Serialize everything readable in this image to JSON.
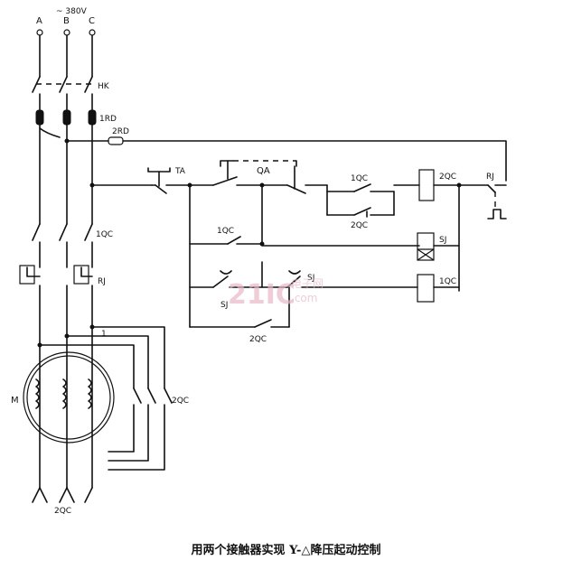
{
  "caption": "用两个接触器实现 Y-△降压起动控制",
  "labels": {
    "phase_a": "A",
    "phase_b": "B",
    "phase_c": "C",
    "supply": "~ 380V",
    "hk": "HK",
    "rd1": "1RD",
    "rd2": "2RD",
    "ta": "TA",
    "qa": "QA",
    "qc1_main": "1QC",
    "rj_main": "RJ",
    "motor": "M",
    "qc2_main": "2QC",
    "qc2_bottom": "2QC",
    "node_1": "1",
    "qc1_ctrl_top": "1QC",
    "qc2_ctrl_top": "2QC",
    "qc2_coil": "2QC",
    "rj_ctrl": "RJ",
    "qc1_hold": "1QC",
    "sj_coil": "SJ",
    "sj_contact": "SJ",
    "sj_left": "SJ",
    "qc1_coil": "1QC",
    "qc2_ctrl_bottom": "2QC"
  },
  "watermark": {
    "main": "21IC",
    "sub": "电子网",
    "sub2": ".com"
  }
}
